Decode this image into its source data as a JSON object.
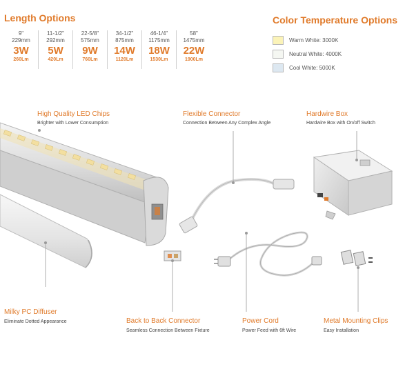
{
  "length_options": {
    "title": "Length Options",
    "columns": [
      {
        "inches": "9\"",
        "mm": "229mm",
        "watts": "3W",
        "lumens": "260Lm"
      },
      {
        "inches": "11-1/2\"",
        "mm": "292mm",
        "watts": "5W",
        "lumens": "420Lm"
      },
      {
        "inches": "22-5/8\"",
        "mm": "575mm",
        "watts": "9W",
        "lumens": "760Lm"
      },
      {
        "inches": "34-1/2\"",
        "mm": "875mm",
        "watts": "14W",
        "lumens": "1120Lm"
      },
      {
        "inches": "46-1/4\"",
        "mm": "1175mm",
        "watts": "18W",
        "lumens": "1530Lm"
      },
      {
        "inches": "58\"",
        "mm": "1475mm",
        "watts": "22W",
        "lumens": "1900Lm"
      }
    ]
  },
  "color_temperature": {
    "title": "Color Temperature Options",
    "options": [
      {
        "label": "Warm White: 3000K",
        "color": "#fbf3b8"
      },
      {
        "label": "Neutral White: 4000K",
        "color": "#f5f7f2"
      },
      {
        "label": "Cool White: 5000K",
        "color": "#dde8f1"
      }
    ]
  },
  "features": {
    "led_chips": {
      "title": "High Quality LED Chips",
      "desc": "Brighter with Lower Consumption"
    },
    "flex_connector": {
      "title": "Flexible Connector",
      "desc": "Connection Between Any Complex Angle"
    },
    "hardwire_box": {
      "title": "Hardwire Box",
      "desc": "Hardwire Box with On/off Switch"
    },
    "diffuser": {
      "title": "Milky PC Diffuser",
      "desc": "Eliminate Dotted Appearance"
    },
    "back_connector": {
      "title": "Back to Back Connector",
      "desc": "Seamless Connection Between Fixture"
    },
    "power_cord": {
      "title": "Power Cord",
      "desc": "Power Feed with 6ft Wire"
    },
    "mounting_clips": {
      "title": "Metal Mounting Clips",
      "desc": "Easy Installation"
    }
  },
  "colors": {
    "accent": "#e07a2a"
  }
}
